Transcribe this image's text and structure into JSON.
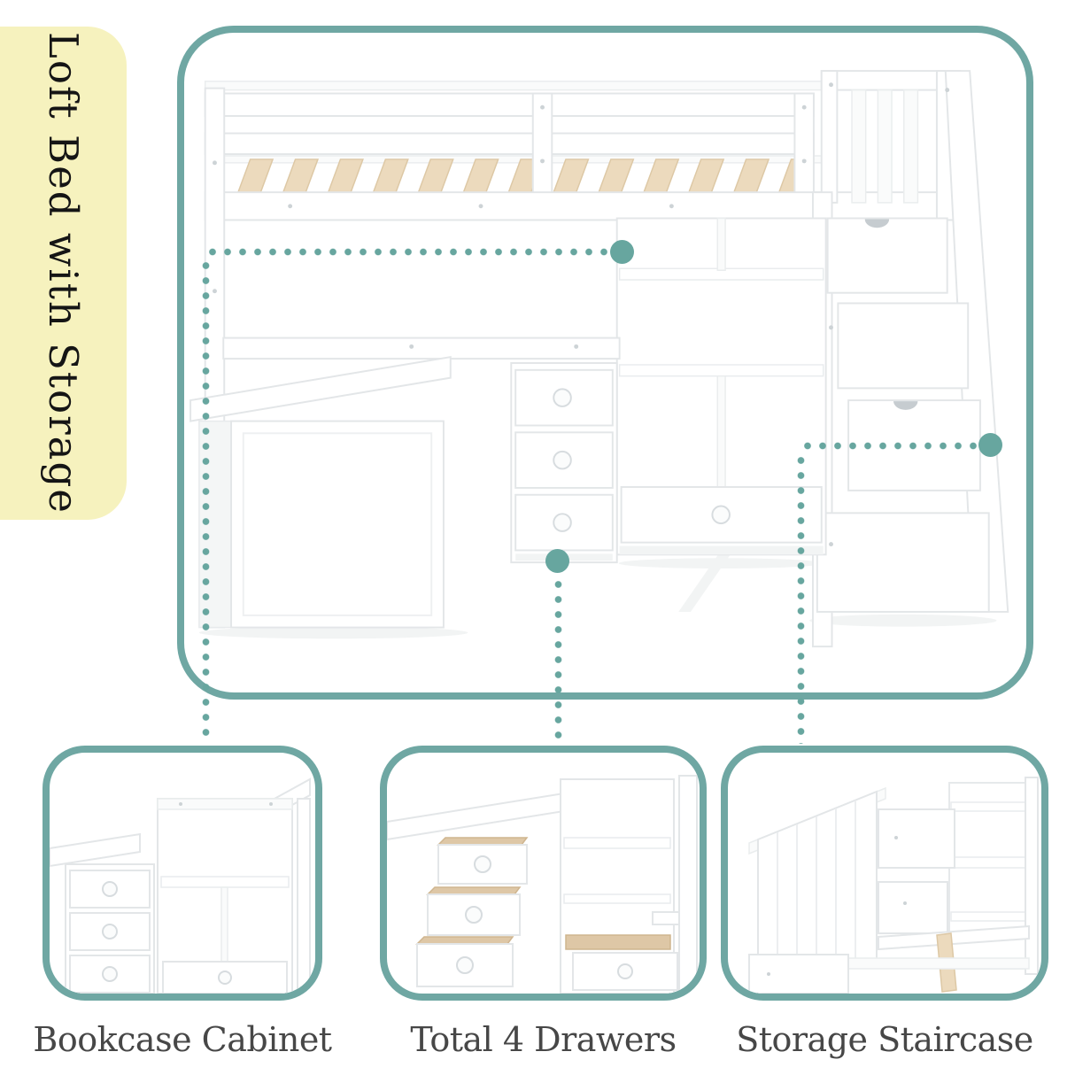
{
  "banner": {
    "title": "Loft Bed with Storage"
  },
  "thumbnails": [
    {
      "label": "Bookcase Cabinet"
    },
    {
      "label": "Total 4 Drawers"
    },
    {
      "label": "Storage Staircase"
    }
  ],
  "colors": {
    "accent_teal": "#6FA7A3",
    "callout_dot": "#67A69F",
    "banner_yellow": "#F6F2BE",
    "label_text": "#474747",
    "wood_slat": "#ECDABD"
  }
}
